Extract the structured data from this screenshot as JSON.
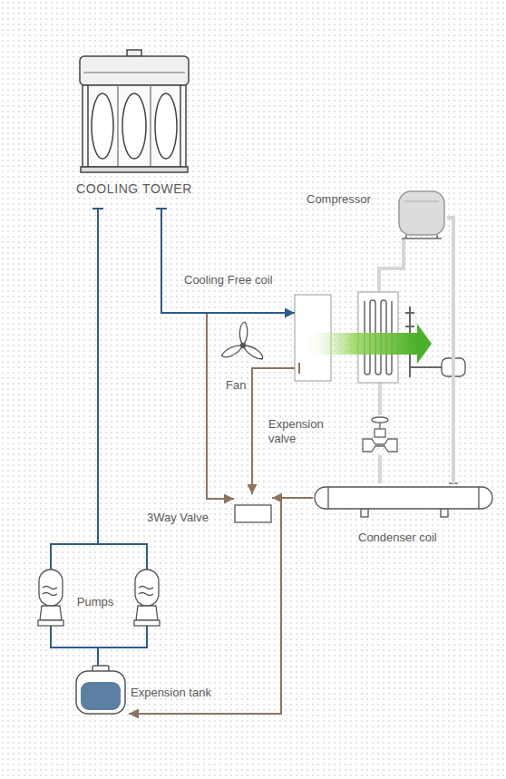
{
  "diagram": {
    "nodes": [
      {
        "text": [
          "COOLING TOWER"
        ]
      },
      {
        "text": [
          "Compressor"
        ]
      },
      {
        "text": [
          "Cooling Free coil"
        ]
      },
      {
        "text": [
          "Expension valve"
        ]
      },
      {
        "text": [
          "3Way Valve"
        ]
      },
      {
        "text": [
          "Condenser coil"
        ]
      },
      {
        "text": [
          "Pumps"
        ]
      },
      {
        "text": [
          "Expension tank"
        ]
      }
    ],
    "edges": [
      {
        "from": 0,
        "to": 2,
        "arrow": "to"
      },
      {
        "from": 0,
        "to": 4,
        "arrow": "to"
      },
      {
        "from": 2,
        "to": 4,
        "arrow": "to"
      },
      {
        "from": 5,
        "to": 4,
        "arrow": "to"
      },
      {
        "from": 5,
        "to": 7,
        "arrow": "to"
      },
      {
        "from": 0,
        "to": 6,
        "arrow": "none"
      },
      {
        "from": 6,
        "to": 7,
        "arrow": "none"
      },
      {
        "from": 1,
        "to": 5,
        "arrow": "none"
      },
      {
        "from": 3,
        "to": 5,
        "arrow": "none"
      }
    ],
    "labels": [
      "Fan"
    ]
  }
}
